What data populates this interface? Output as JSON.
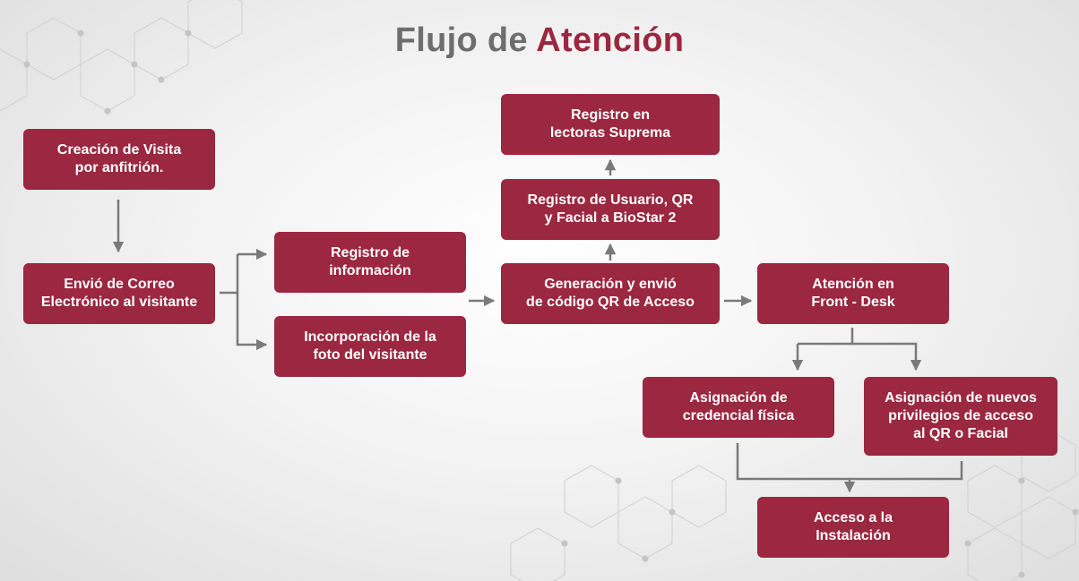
{
  "title": {
    "part1": "Flujo de ",
    "part2": "Atención"
  },
  "colors": {
    "box": "#9b2740",
    "title_gray": "#6e6e6e",
    "connector": "#7a7a7a"
  },
  "nodes": {
    "creacion": "Creación de Visita\npor anfitrión.",
    "envio_correo": "Envió de Correo\nElectrónico al visitante",
    "registro_info": "Registro de\ninformación",
    "incorporacion_foto": "Incorporación de la\nfoto del visitante",
    "generacion_qr": "Generación y envió\nde código QR de Acceso",
    "registro_biostar": "Registro de Usuario, QR\ny Facial a BioStar 2",
    "registro_lectoras": "Registro en\nlectoras Suprema",
    "atencion_front": "Atención en\nFront - Desk",
    "asignacion_credencial": "Asignación de\ncredencial física",
    "asignacion_privilegios": "Asignación de nuevos\nprivilegios de acceso\nal QR o Facial",
    "acceso_instalacion": "Acceso a la\nInstalación"
  }
}
